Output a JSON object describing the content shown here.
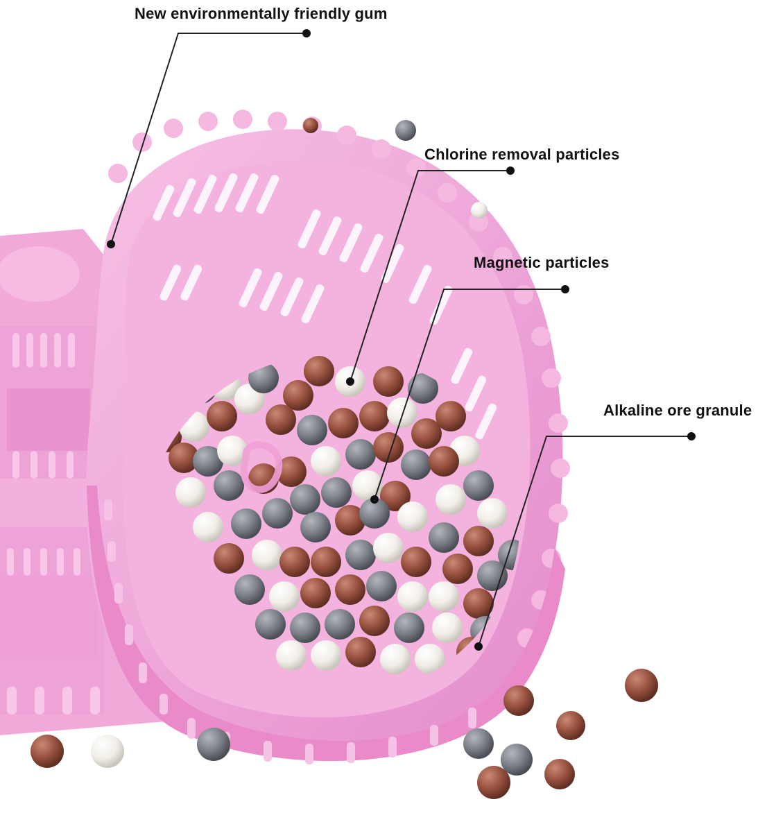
{
  "callouts": {
    "gum": "New environmentally friendly gum",
    "chlorine": "Chlorine removal particles",
    "magnetic": "Magnetic particles",
    "alkaline": "Alkaline ore granule"
  },
  "colors": {
    "background": "#ffffff",
    "basket_pink": "#f2a6d8",
    "basket_pink_dark": "#e285c4",
    "ball_brown": "#9a5240",
    "ball_gray": "#7d8189",
    "ball_white": "#f3f1ec",
    "leader_line": "#222222"
  }
}
